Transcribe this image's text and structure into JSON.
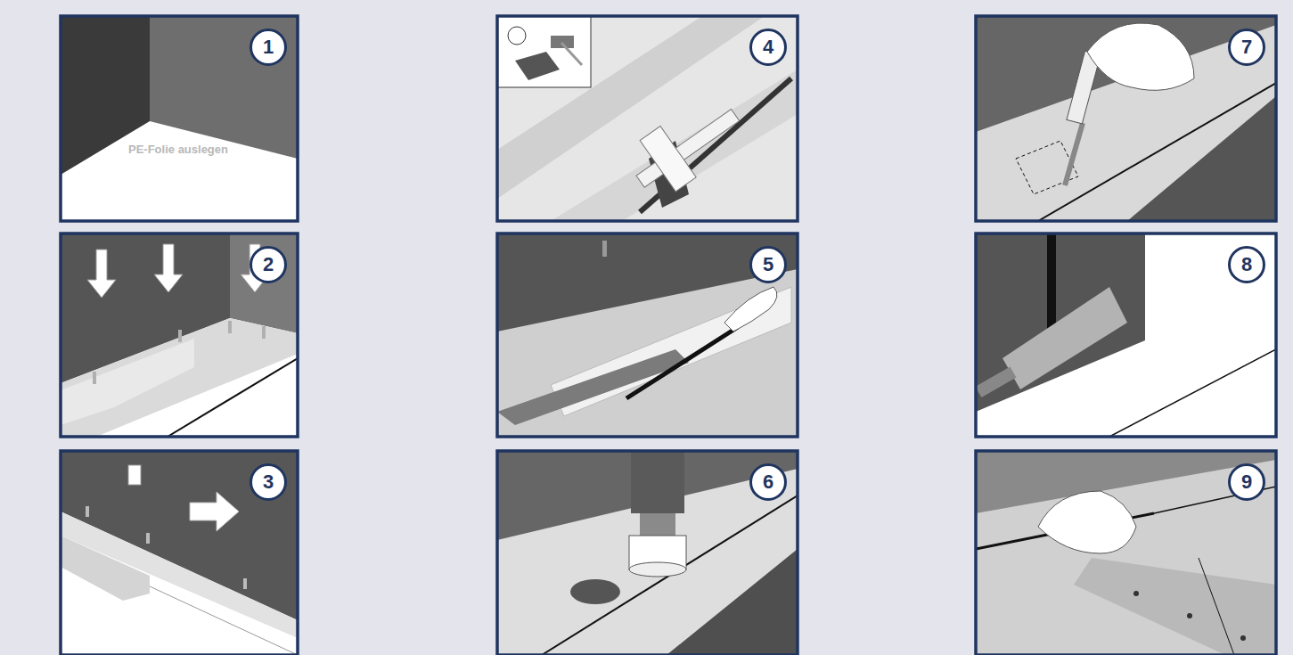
{
  "diagram": {
    "nodes": [
      {
        "text": [
          "1"
        ]
      },
      {
        "text": [
          "2"
        ]
      },
      {
        "text": [
          "3"
        ]
      },
      {
        "text": [
          "4"
        ]
      },
      {
        "text": [
          "5"
        ]
      },
      {
        "text": [
          "6"
        ]
      },
      {
        "text": [
          "7"
        ]
      },
      {
        "text": [
          "8"
        ]
      },
      {
        "text": [
          "9"
        ]
      }
    ],
    "labels": [
      "PE-Folie auslegen"
    ]
  }
}
